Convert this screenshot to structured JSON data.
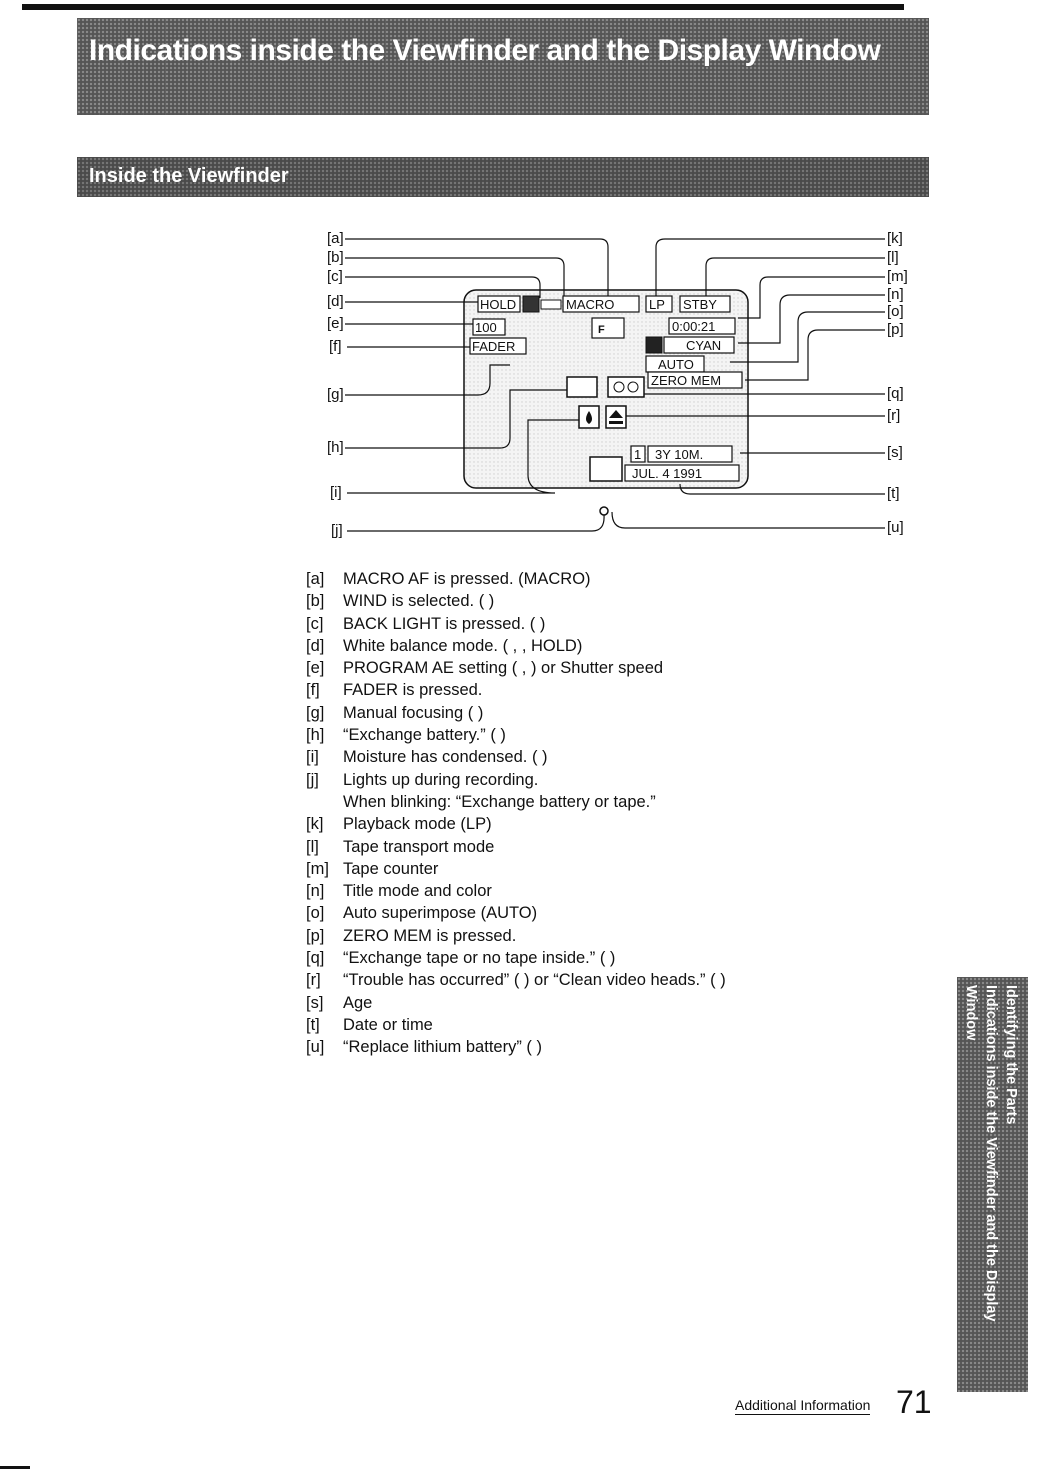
{
  "page_title": "Indications inside the Viewfinder and the Display Window",
  "section_title": "Inside the Viewfinder",
  "diagram": {
    "callouts_left": [
      "[a]",
      "[b]",
      "[c]",
      "[d]",
      "[e]",
      "[f]",
      "[g]",
      "[h]",
      "[i]",
      "[j]"
    ],
    "callouts_right": [
      "[k]",
      "[l]",
      "[m]",
      "[n]",
      "[o]",
      "[p]",
      "[q]",
      "[r]",
      "[s]",
      "[t]",
      "[u]"
    ],
    "screen": {
      "hold": "HOLD",
      "macro": "MACRO",
      "lp": "LP",
      "stby": "STBY",
      "shutter": "100",
      "counter": "0:00:21",
      "fader": "FADER",
      "title_color": "CYAN",
      "auto": "AUTO",
      "zero_mem": "ZERO MEM",
      "age_num": "1",
      "age": "3Y 10M.",
      "date": "JUL. 4 1991"
    }
  },
  "legend": [
    {
      "key": "[a]",
      "text": "MACRO AF is pressed. (MACRO)"
    },
    {
      "key": "[b]",
      "text": "WIND is selected. ( )"
    },
    {
      "key": "[c]",
      "text": "BACK LIGHT is pressed. ( )"
    },
    {
      "key": "[d]",
      "text": "White balance mode. ( , , HOLD)"
    },
    {
      "key": "[e]",
      "text": "PROGRAM AE setting ( , ) or Shutter speed"
    },
    {
      "key": "[f]",
      "text": "FADER is pressed."
    },
    {
      "key": "[g]",
      "text": "Manual focusing ( )"
    },
    {
      "key": "[h]",
      "text": "“Exchange battery.” ( )"
    },
    {
      "key": "[i]",
      "text": "Moisture has condensed. ( )"
    },
    {
      "key": "[j]",
      "text": "Lights up during recording."
    },
    {
      "key": "",
      "text": "When blinking: “Exchange battery or tape.”"
    },
    {
      "key": "[k]",
      "text": "Playback mode (LP)"
    },
    {
      "key": "[l]",
      "text": "Tape transport mode"
    },
    {
      "key": "[m]",
      "text": "Tape counter"
    },
    {
      "key": "[n]",
      "text": "Title mode and color"
    },
    {
      "key": "[o]",
      "text": "Auto superimpose (AUTO)"
    },
    {
      "key": "[p]",
      "text": "ZERO MEM is pressed."
    },
    {
      "key": "[q]",
      "text": "“Exchange tape or no tape inside.” ( )"
    },
    {
      "key": "[r]",
      "text": "“Trouble has occurred” ( ) or “Clean video heads.” ( )"
    },
    {
      "key": "[s]",
      "text": "Age"
    },
    {
      "key": "[t]",
      "text": "Date or time"
    },
    {
      "key": "[u]",
      "text": "“Replace lithium battery” ( )"
    }
  ],
  "side_tab": {
    "line1": "Identifying the Parts",
    "line2": "Indications inside the Viewfinder and the Display",
    "line3": "Window"
  },
  "footer": {
    "section": "Additional Information",
    "page_number": "71"
  }
}
